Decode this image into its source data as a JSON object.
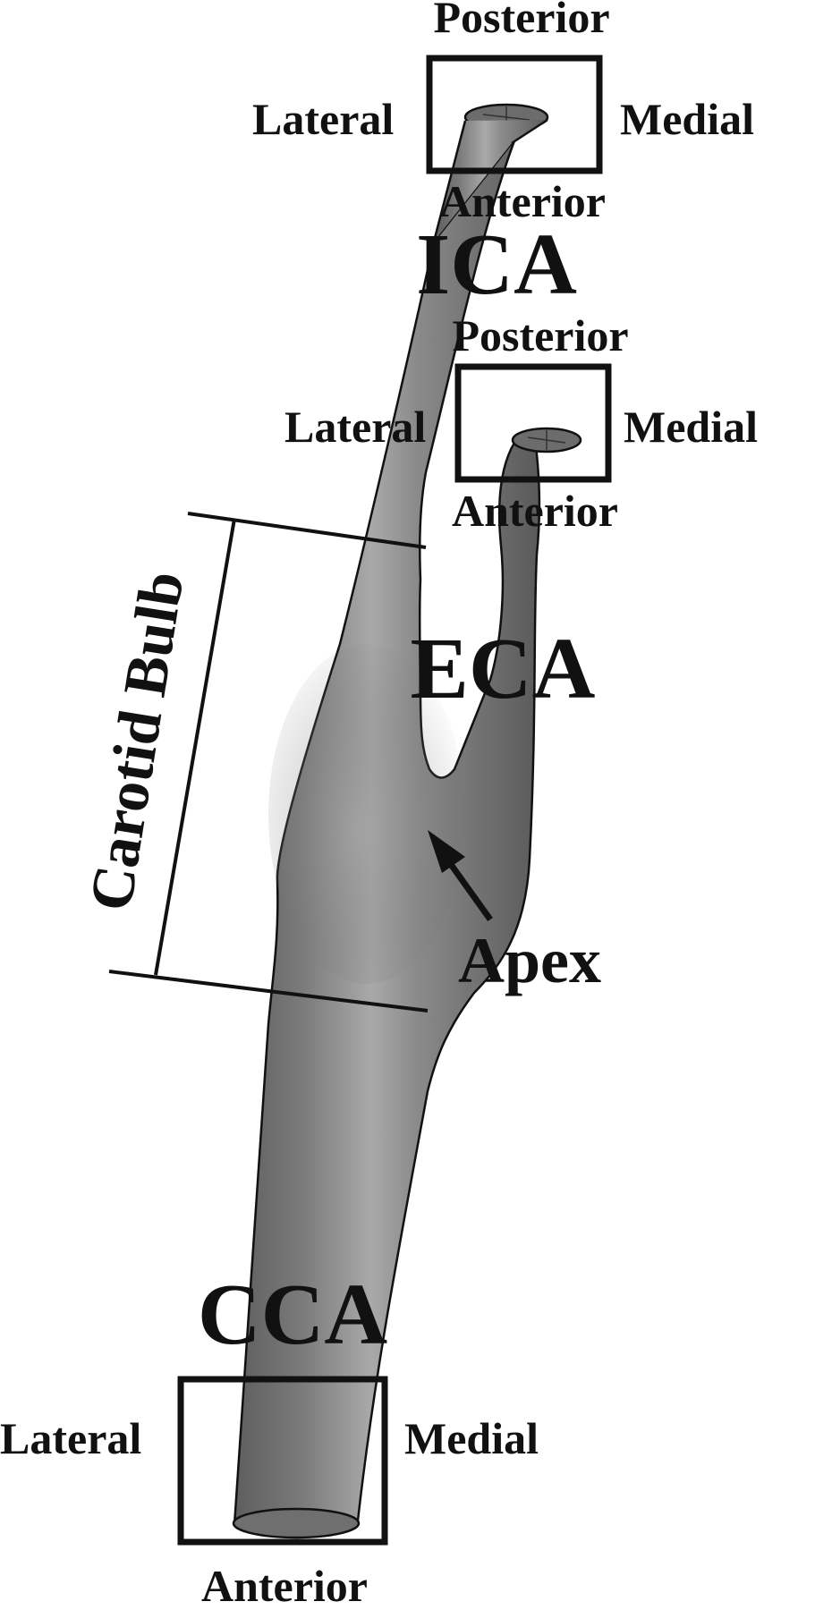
{
  "diagram": {
    "vessels": {
      "ica": "ICA",
      "eca": "ECA",
      "cca": "CCA"
    },
    "region_label": "Carotid Bulb",
    "apex_label": "Apex",
    "orientation_ica": {
      "top": "Posterior",
      "left": "Lateral",
      "right": "Medial",
      "bottom": "Anterior"
    },
    "orientation_eca": {
      "top": "Posterior",
      "left": "Lateral",
      "right": "Medial",
      "bottom": "Anterior"
    },
    "orientation_cca": {
      "left": "Lateral",
      "right": "Medial",
      "bottom": "Anterior"
    }
  },
  "colors": {
    "vessel_fill": "#7d7d7d",
    "vessel_highlight": "#bcbcbc",
    "vessel_shadow": "#555555",
    "outline": "#111111",
    "background": "#ffffff"
  }
}
